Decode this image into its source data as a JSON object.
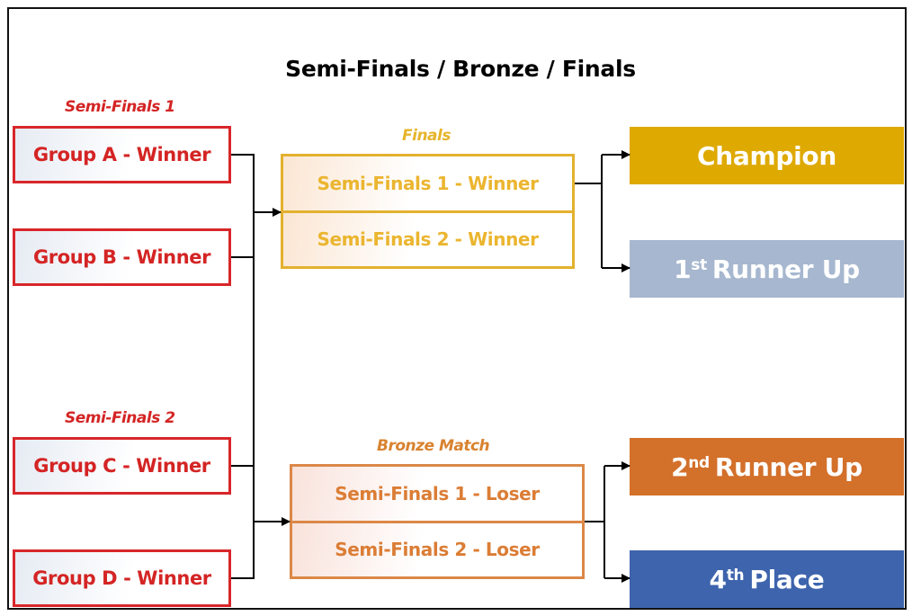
{
  "title": "Semi-Finals / Bronze / Finals",
  "semi_finals": [
    {
      "label": "Semi-Finals 1",
      "teams": [
        "Group A - Winner",
        "Group B - Winner"
      ]
    },
    {
      "label": "Semi-Finals 2",
      "teams": [
        "Group C - Winner",
        "Group D - Winner"
      ]
    }
  ],
  "finals": {
    "label": "Finals",
    "slots": [
      "Semi-Finals 1 - Winner",
      "Semi-Finals 2 - Winner"
    ]
  },
  "bronze": {
    "label": "Bronze Match",
    "slots": [
      "Semi-Finals 1 - Loser",
      "Semi-Finals 2 - Loser"
    ]
  },
  "results": [
    {
      "id": "champion",
      "number": "",
      "suffix": "",
      "text": "Champion",
      "color": "#dea900"
    },
    {
      "id": "first-runner-up",
      "number": "1",
      "suffix": "st",
      "text": "Runner Up",
      "color": "#a6b7cf"
    },
    {
      "id": "second-runner-up",
      "number": "2",
      "suffix": "nd",
      "text": "Runner Up",
      "color": "#d3702a"
    },
    {
      "id": "fourth-place",
      "number": "4",
      "suffix": "th",
      "text": "Place",
      "color": "#3e64ad"
    }
  ],
  "colors": {
    "group_border": "#d8262a",
    "group_text": "#d42424",
    "finals_border": "#e3b12e",
    "bronze_border": "#db8848",
    "connector": "#000000"
  }
}
